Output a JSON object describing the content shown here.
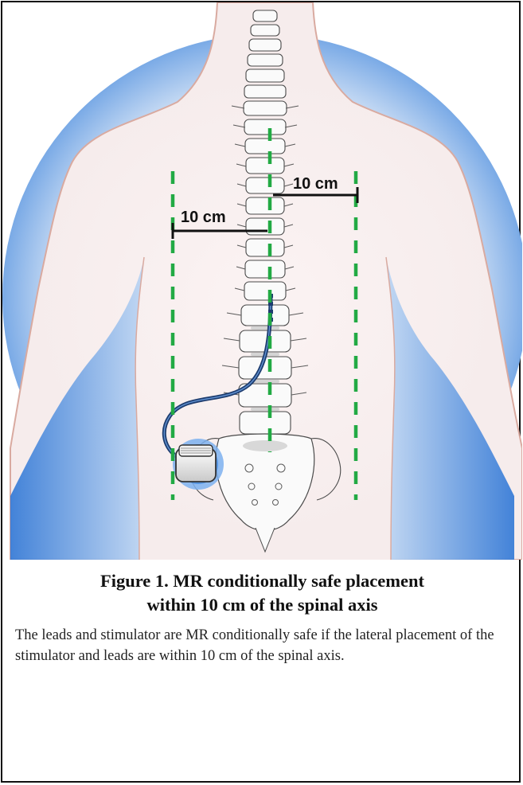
{
  "figure": {
    "caption_line1": "Figure 1.  MR conditionally safe placement",
    "caption_line2": "within 10 cm of the spinal axis",
    "description": "The leads and stimulator are MR conditionally safe if the lateral placement of the stimulator and leads are within 10 cm of the spinal axis."
  },
  "diagram": {
    "left_distance_label": "10 cm",
    "right_distance_label": "10 cm"
  },
  "colors": {
    "boundary_line": "#22aa44",
    "halo_blue": "#3f86dc",
    "skin_outline": "#d9aaa0",
    "lead_wire": "#1d3c6e"
  }
}
